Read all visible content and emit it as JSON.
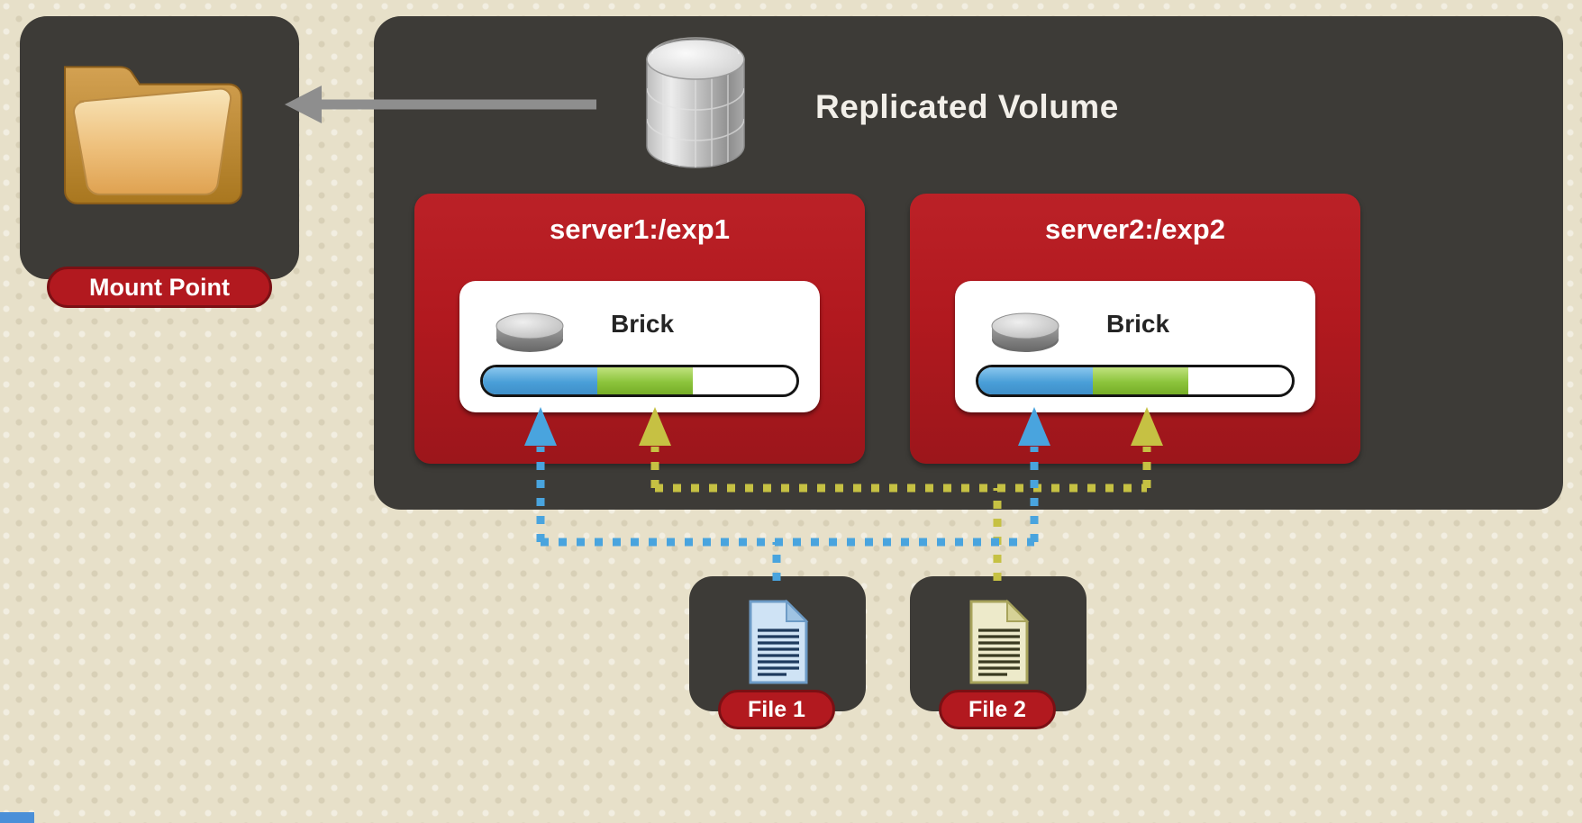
{
  "diagram": {
    "title": "Replicated Volume",
    "mount_point": {
      "label": "Mount Point"
    },
    "servers": [
      {
        "title": "server1:/exp1",
        "brick_label": "Brick"
      },
      {
        "title": "server2:/exp2",
        "brick_label": "Brick"
      }
    ],
    "files": [
      {
        "label": "File 1",
        "icon": "document-icon"
      },
      {
        "label": "File 2",
        "icon": "document-icon"
      }
    ],
    "icons": {
      "mount_point": "folder-icon",
      "volume": "database-cylinder-icon",
      "brick": "disk-icon",
      "connector_left": "arrow-left-icon",
      "file_routes": "dotted-arrow-up-icons"
    },
    "colors": {
      "background": "#e7e0c9",
      "panel_dark": "#3d3b37",
      "panel_red": "#b2191f",
      "pill_border": "#7b1014",
      "file1_accent": "#49a4de",
      "file2_accent": "#c6c143",
      "bar_blue": "#4a9fd8",
      "bar_green": "#8cc43c",
      "arrow_gray": "#8e8e8e",
      "text_light": "#f2efe9",
      "text_dark": "#242424"
    }
  }
}
